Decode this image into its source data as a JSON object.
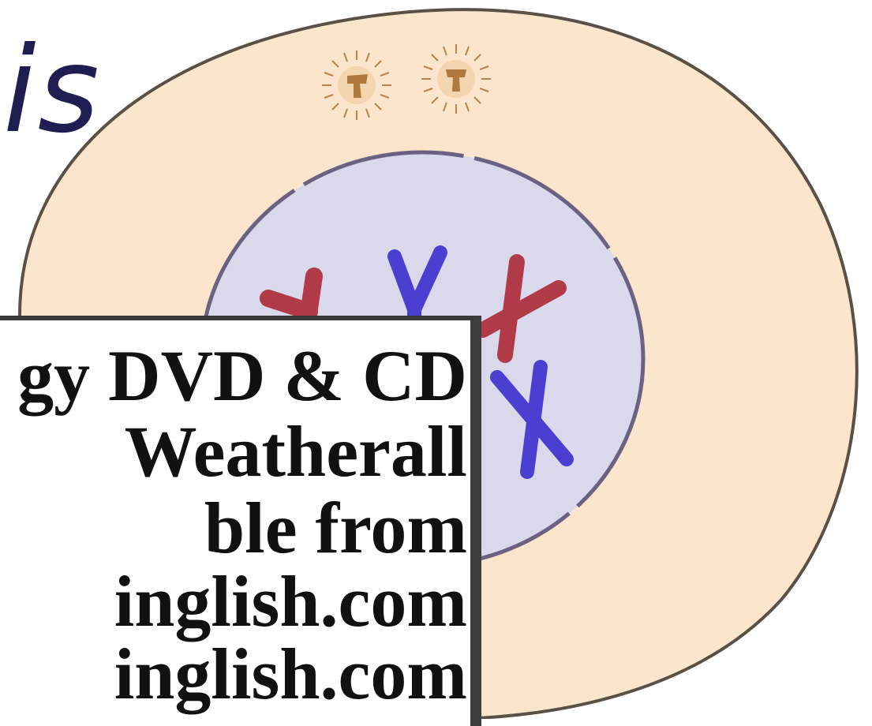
{
  "heading": "is",
  "caption": {
    "lines": [
      "gy DVD & CD",
      "Weatherall",
      "ble from",
      "inglish.com",
      "inglish.com"
    ]
  },
  "colors": {
    "cytoplasm": "#fbe6cd",
    "nucleus": "#dad9ec",
    "chromosome_red": "#b03a48",
    "chromosome_blue": "#4a3fd0",
    "centrosome": "#b07a3e",
    "outline": "#5a5046"
  }
}
